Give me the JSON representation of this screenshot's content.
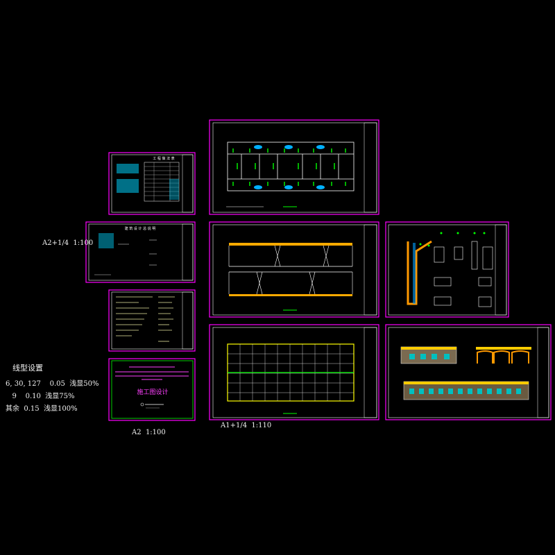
{
  "labels": {
    "scale_a2_quarter": "A2+1/4  1:100",
    "scale_a2": "A2  1:100",
    "scale_a1_quarter": "A1+1/4  1:110"
  },
  "line_settings": {
    "title": "线型设置",
    "rows": [
      "6, 30, 127    0.05  浅显50%",
      "   9    0.10  浅显75%",
      "其余  0.15  浅显100%"
    ]
  },
  "sheets": {
    "index_title": "工 程 做 法 表",
    "design_notes_title": "建 筑 设 计 总 说 明",
    "cover_title": "施工图设计"
  },
  "colors": {
    "frame": "#ff00ff",
    "grid_line": "#ffffff",
    "wall": "#ffff00",
    "door": "#00ff00",
    "table": "#00ffff",
    "stamp": "#ff8800",
    "background": "#000000"
  }
}
